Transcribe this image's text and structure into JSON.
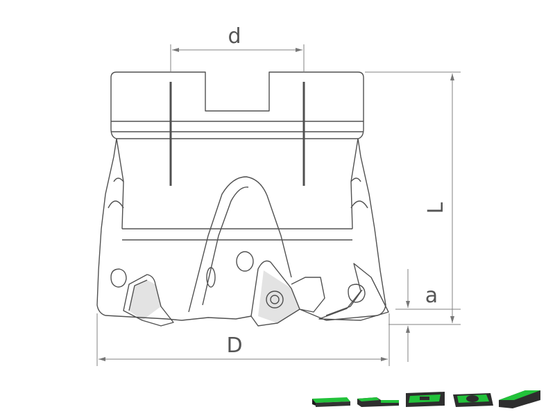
{
  "dimensions": {
    "d": "d",
    "D": "D",
    "L": "L",
    "a": "a"
  },
  "icons": [
    "insert-side-icon",
    "insert-step-icon",
    "insert-square-icon",
    "insert-round-icon",
    "insert-wedge-icon"
  ],
  "colors": {
    "line": "#505050",
    "dim_line": "#808080",
    "accent_green": "#22c23a",
    "insert_dark": "#2e2e2e"
  }
}
